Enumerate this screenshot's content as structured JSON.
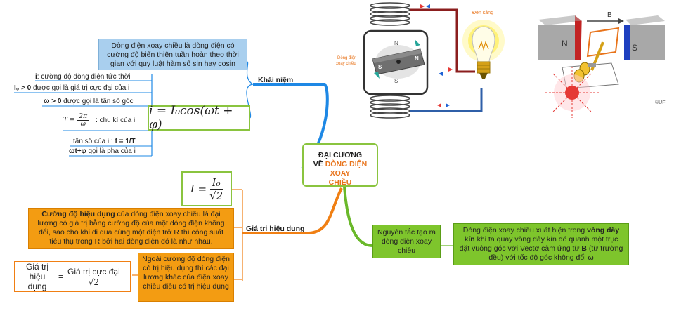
{
  "center": {
    "line1": "ĐẠI CƯƠNG",
    "line2a": "VỀ ",
    "line2b": "DÒNG ĐIỆN XOAY",
    "line3": "CHIỀU"
  },
  "khai_niem": {
    "label": "Khái niệm",
    "definition": "Dòng điện xoay chiều là dòng điện có cường độ biến thiên tuần hoàn theo thời gian với quy luật hàm số sin hay cosin",
    "items": [
      {
        "bold": "i",
        "text": ": cường độ dòng điện tức thời"
      },
      {
        "bold": "I₀ > 0",
        "text": " được gọi là giá trị cực đại của i"
      },
      {
        "bold": "ω > 0",
        "text": " được gọi là tần số góc"
      },
      {
        "bold": "",
        "text": ": chu kì của i"
      },
      {
        "bold": "",
        "text": "tần số của i : ",
        "bold2": "f = 1/T"
      },
      {
        "bold": "ωt+φ",
        "text": " gọi là pha của i"
      }
    ],
    "period_formula": {
      "lhs": "T =",
      "num": "2π",
      "den": "ω"
    },
    "main_formula": "i = I₀cos(ωt + φ)"
  },
  "gia_tri": {
    "label": "Giá trị hiệu dụng",
    "formula": {
      "lhs": "I =",
      "num": "I₀",
      "den": "√2"
    },
    "definition_bold": "Cường độ hiệu dụng",
    "definition_rest": " của dòng điện xoay chiều là đại lượng có giá trị bằng cường độ của một dòng điện không đổi, sao cho khi đi qua cùng một điện trở R thì công suất tiêu thụ trong R bởi hai dòng điện đó là như nhau.",
    "general_formula": {
      "lhs": "Giá trị hiệu dụng",
      "eq": "=",
      "num": "Giá trị cực đại",
      "den": "√2"
    },
    "note": "Ngoài cường độ dòng điện có trị hiệu dụng thì các đại lương khác của điện xoay chiều điều có trị hiệu dụng"
  },
  "nguyen_tac": {
    "label": "Nguyên tắc tạo ra dòng điện xoay chiều",
    "text_a": "Dòng điện xoay chiều xuất hiện trong ",
    "bold_a": "vòng dây kín",
    "text_b": " khi ta quay vòng dây kín đó quanh một trục đặt vuông góc với Vectơ cảm ứng từ ",
    "bold_b": "B",
    "text_c": " (từ trường đều) với tốc độ góc không đổi ω"
  },
  "illustration": {
    "bulb_label": "Đèn sáng",
    "coil_label": "Dòng điện xoay chiều",
    "magnet_n": "N",
    "magnet_s": "S",
    "field_label": "B",
    "copyright": "©UF"
  },
  "colors": {
    "blue_branch": "#1e88e5",
    "orange_branch": "#f07f13",
    "green_branch": "#6ab82a",
    "center_border": "#8ac43f",
    "accent_orange": "#e8731a"
  }
}
